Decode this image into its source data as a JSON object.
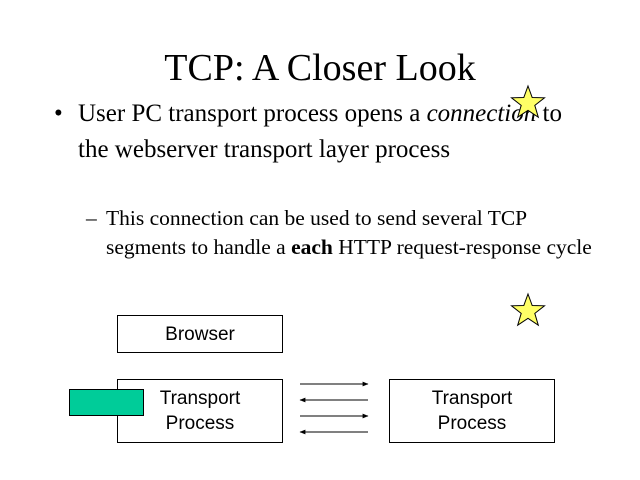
{
  "slide": {
    "title": "TCP: A Closer Look",
    "bullet": {
      "marker": "•",
      "text_before": "User PC transport process opens a ",
      "emphasis": "connection",
      "text_after": " to the webserver transport layer process"
    },
    "sub_bullet": {
      "marker": "–",
      "text_before": "This connection can be used to send several TCP segments to handle a ",
      "bold": "each",
      "text_after": " HTTP request-response cycle"
    },
    "diagram": {
      "browser_label": "Browser",
      "left_box_line1": "Transport",
      "left_box_line2": "Process",
      "right_box_line1": "Transport",
      "right_box_line2": "Process",
      "arrow_directions": [
        "right",
        "left",
        "right",
        "left"
      ],
      "highlight_color": "#00cc99"
    },
    "decorations": {
      "star_icon": "star-icon",
      "star_fill": "#ffff66",
      "star_count": 2
    }
  }
}
